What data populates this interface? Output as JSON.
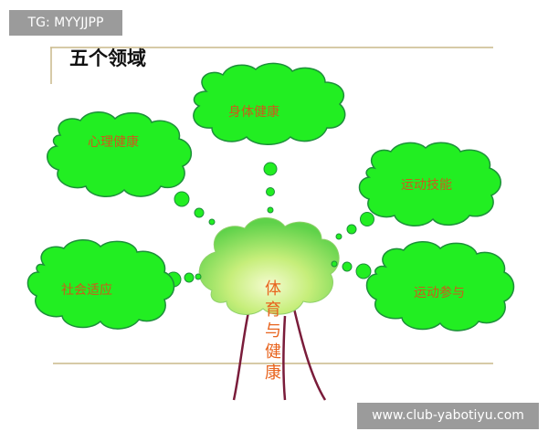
{
  "title": "五个领域",
  "trunk_text": "体育与健康",
  "domains": [
    {
      "label": "身体健康"
    },
    {
      "label": "心理健康"
    },
    {
      "label": "运动技能"
    },
    {
      "label": "社会适应"
    },
    {
      "label": "运动参与"
    }
  ],
  "watermark_top": "TG: MYYJJPP",
  "watermark_bottom": "www.club-yabotiyu.com",
  "colors": {
    "cloud_fill": "#22ee22",
    "cloud_stroke": "#1d8f3a",
    "label_text": "#cc5a1c",
    "trunk_text": "#e8641e",
    "trunk_line": "#7a1c3a",
    "frame_line": "#c9b88a",
    "watermark_bg": "#9b9b9b"
  }
}
